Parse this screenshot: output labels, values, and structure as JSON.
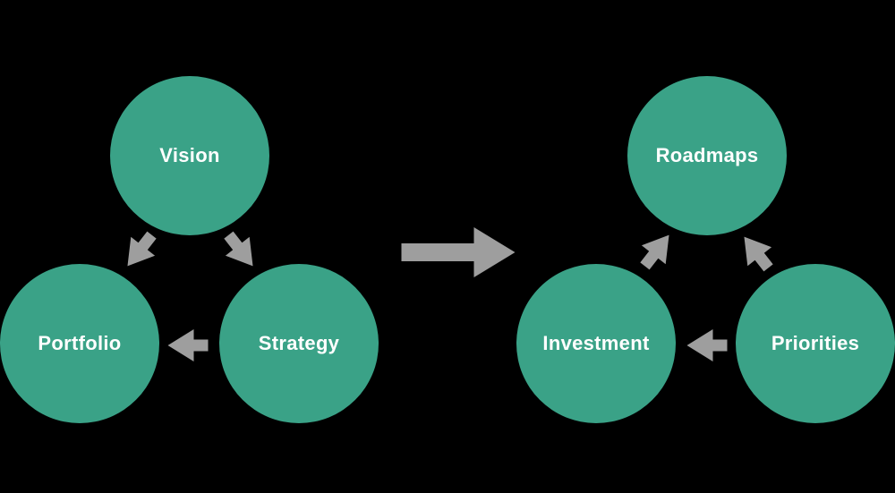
{
  "colors": {
    "background": "#000000",
    "node_fill": "#3AA287",
    "arrow_fill": "#9E9E9E",
    "label_color": "#FFFFFF"
  },
  "left_diagram": {
    "nodes": [
      {
        "id": "vision",
        "label": "Vision"
      },
      {
        "id": "portfolio",
        "label": "Portfolio"
      },
      {
        "id": "strategy",
        "label": "Strategy"
      }
    ],
    "edges": [
      {
        "from": "vision",
        "to": "portfolio",
        "direction": "down-left"
      },
      {
        "from": "vision",
        "to": "strategy",
        "direction": "down-right"
      },
      {
        "from": "strategy",
        "to": "portfolio",
        "direction": "left"
      }
    ]
  },
  "transition": {
    "from": "left_diagram",
    "to": "right_diagram",
    "direction": "right"
  },
  "right_diagram": {
    "nodes": [
      {
        "id": "roadmaps",
        "label": "Roadmaps"
      },
      {
        "id": "investment",
        "label": "Investment"
      },
      {
        "id": "priorities",
        "label": "Priorities"
      }
    ],
    "edges": [
      {
        "from": "investment",
        "to": "roadmaps",
        "direction": "up-right"
      },
      {
        "from": "priorities",
        "to": "roadmaps",
        "direction": "up-left"
      },
      {
        "from": "priorities",
        "to": "investment",
        "direction": "left"
      }
    ]
  }
}
